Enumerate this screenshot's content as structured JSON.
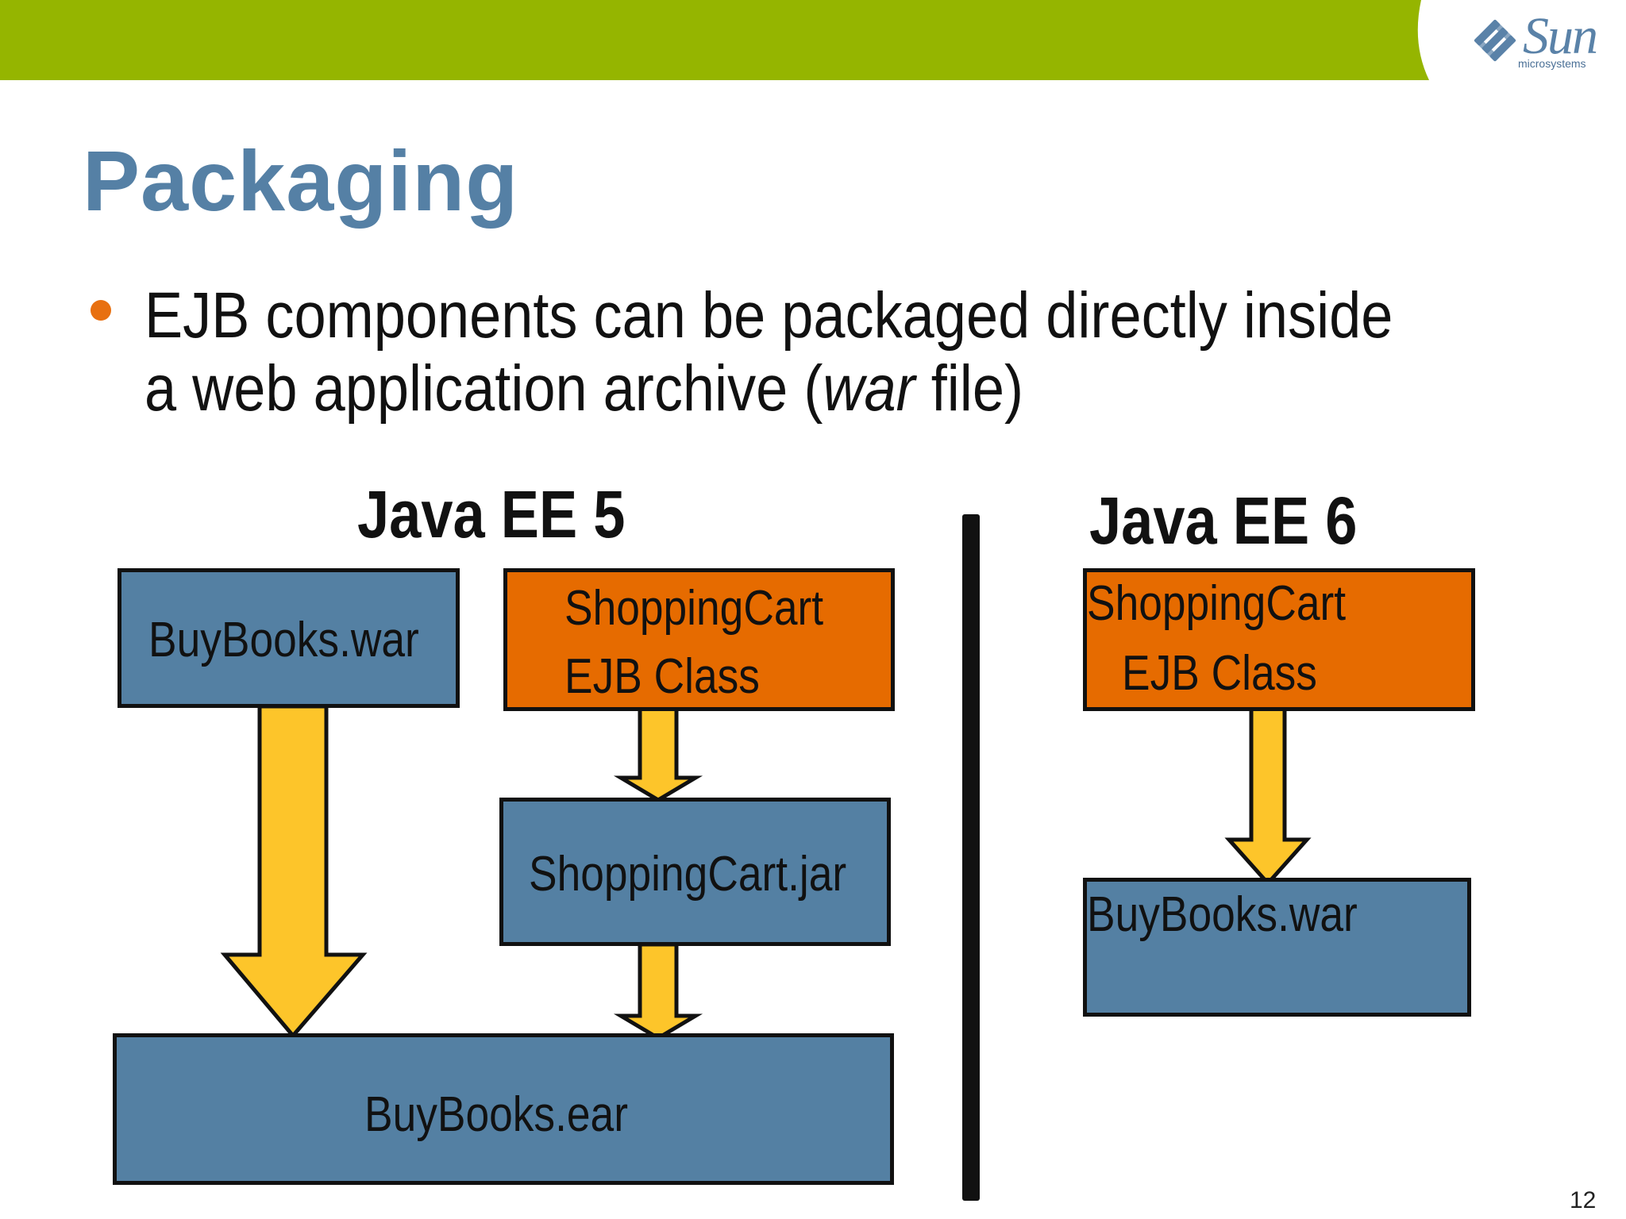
{
  "header": {
    "bar_color": "#95b500"
  },
  "logo": {
    "name": "Sun",
    "subtitle": "microsystems",
    "icon": "sun-logo-icon",
    "color": "#5a82a8"
  },
  "slide": {
    "title": "Packaging",
    "bullet": {
      "text_before": "EJB components can be packaged directly inside a web application archive (",
      "italic": "war",
      "text_after": " file)"
    },
    "page_number": "12"
  },
  "diagram": {
    "left": {
      "heading": "Java EE 5",
      "war_box": "BuyBooks.war",
      "ejb_box_line1": "ShoppingCart",
      "ejb_box_line2": "EJB Class",
      "jar_box": "ShoppingCart.jar",
      "ear_box": "BuyBooks.ear"
    },
    "right": {
      "heading": "Java EE 6",
      "ejb_box_line1": "ShoppingCart",
      "ejb_box_line2": "EJB Class",
      "war_box": "BuyBooks.war"
    },
    "colors": {
      "blue": "#5480a3",
      "orange": "#e66b00",
      "arrow": "#fdc52a",
      "accent": "#e87010"
    }
  }
}
